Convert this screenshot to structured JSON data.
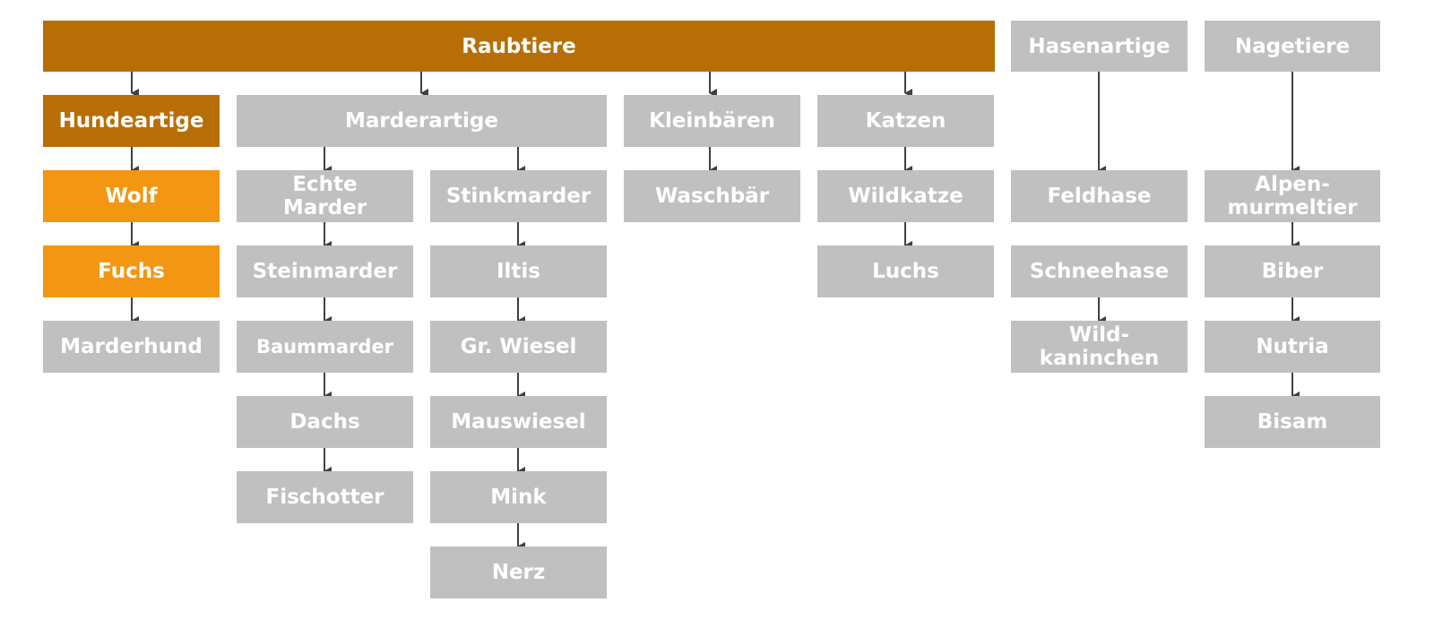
{
  "colors": {
    "header": "#b86e07",
    "highlight": "#f39612",
    "node": "#c0c0c0",
    "text": "#ffffff",
    "arrow": "#404040"
  },
  "groups": {
    "raubtiere": "Raubtiere",
    "hasenartige": "Hasenartige",
    "nagetiere": "Nagetiere"
  },
  "families": {
    "hundeartige": "Hundeartige",
    "marderartige": "Marderartige",
    "kleinbaeren": "Kleinbären",
    "katzen": "Katzen"
  },
  "subfamilies": {
    "echte_marder": "Echte\nMarder",
    "stinkmarder": "Stinkmarder"
  },
  "species": {
    "wolf": "Wolf",
    "fuchs": "Fuchs",
    "marderhund": "Marderhund",
    "steinmarder": "Steinmarder",
    "baummarder": "Baummarder",
    "dachs": "Dachs",
    "fischotter": "Fischotter",
    "iltis": "Iltis",
    "gr_wiesel": "Gr. Wiesel",
    "mauswiesel": "Mauswiesel",
    "mink": "Mink",
    "nerz": "Nerz",
    "waschbaer": "Waschbär",
    "wildkatze": "Wildkatze",
    "luchs": "Luchs",
    "feldhase": "Feldhase",
    "schneehase": "Schneehase",
    "wildkaninchen": "Wild-\nkaninchen",
    "alpenmurmeltier": "Alpen-\nmurmeltier",
    "biber": "Biber",
    "nutria": "Nutria",
    "bisam": "Bisam"
  }
}
